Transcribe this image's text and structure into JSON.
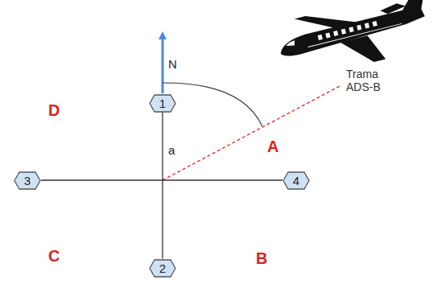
{
  "diagram": {
    "nodes": [
      {
        "text": [
          "1"
        ]
      },
      {
        "text": [
          "2"
        ]
      },
      {
        "text": [
          "3"
        ]
      },
      {
        "text": [
          "4"
        ]
      }
    ],
    "edges": [
      {
        "from": 0,
        "to": 1,
        "arrow": "none"
      },
      {
        "from": 2,
        "to": 3,
        "arrow": "none"
      }
    ],
    "labels": [
      "N",
      "a",
      "D",
      "A",
      "Trama ADS-B",
      "C",
      "B"
    ]
  }
}
